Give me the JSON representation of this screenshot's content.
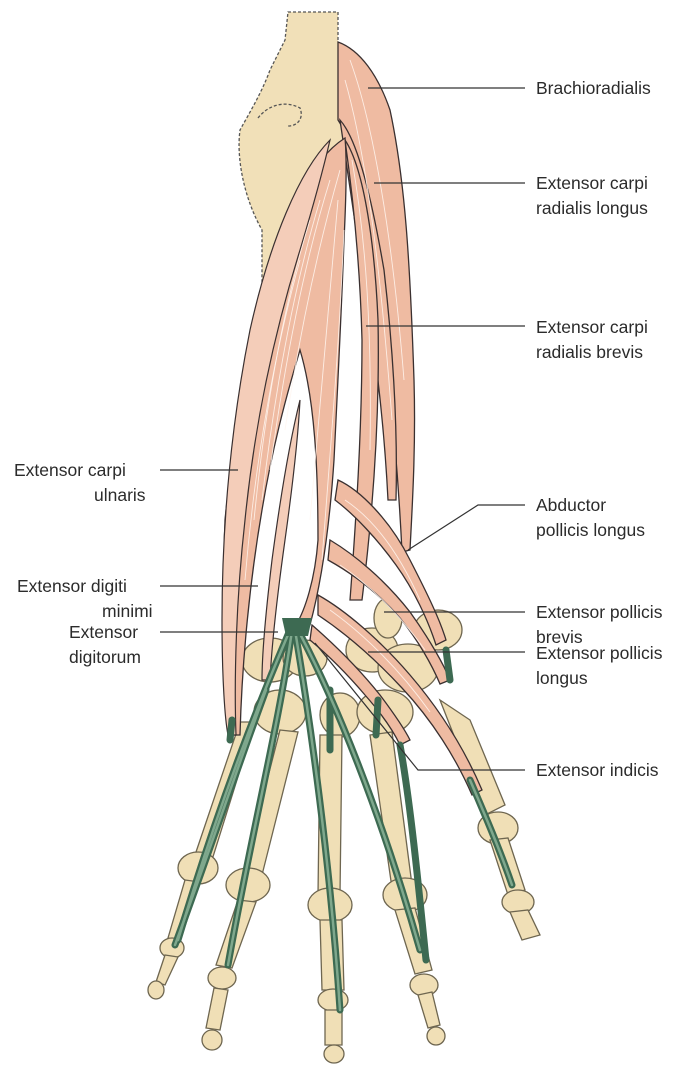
{
  "labels": {
    "brachioradialis": "Brachioradialis",
    "ecrl_1": "Extensor carpi",
    "ecrl_2": "radialis longus",
    "ecrb_1": "Extensor carpi",
    "ecrb_2": "radialis brevis",
    "ecu_1": "Extensor carpi",
    "ecu_2": "ulnaris",
    "apl_1": "Abductor",
    "apl_2": "pollicis longus",
    "edm_1": "Extensor digiti",
    "edm_2": "minimi",
    "epb_1": "Extensor pollicis",
    "epb_2": "brevis",
    "ed_1": "Extensor",
    "ed_2": "digitorum",
    "epl_1": "Extensor pollicis",
    "epl_2": "longus",
    "ei": "Extensor indicis"
  },
  "colors": {
    "muscle": "#efbba2",
    "tendon": "#3d6a52",
    "bone": "#f0dfb6"
  }
}
